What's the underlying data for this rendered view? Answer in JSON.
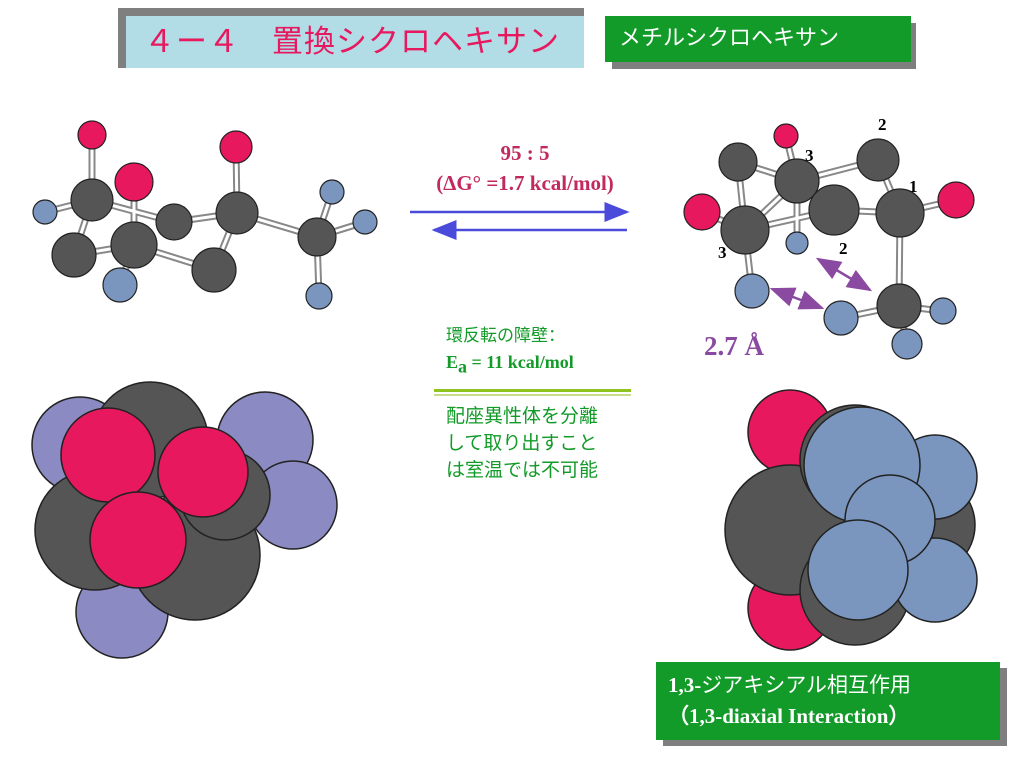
{
  "title": "４ー４　置換シクロヘキサン",
  "subtitle": "メチルシクロヘキサン",
  "equilibrium": {
    "ratio": "95 : 5",
    "free_energy": "(ΔG° =1.7 kcal/mol)"
  },
  "barrier": {
    "label": "環反転の障壁：",
    "ea_symbol": "E",
    "ea_subscript": "a",
    "ea_value": " = 11 kcal/mol"
  },
  "isolation_note": [
    "配座異性体を分離",
    "して取り出すこと",
    "は室温では不可能"
  ],
  "distance_label": "2.7 Å",
  "atom_labels": {
    "c2_top": "2",
    "c3_top": "3",
    "c1": "1",
    "c3_left": "3",
    "c2_mid": "2"
  },
  "interaction_box": {
    "line1_prefix": "1,3-",
    "line1_jp": "ジアキシアル相互作用",
    "line2": "（1,3-diaxial Interaction）"
  },
  "colors": {
    "title_text": "#e8185f",
    "title_bg": "#b2dde6",
    "green_box": "#129b28",
    "carbon": "#555555",
    "oxygen_red": "#e8185f",
    "hydrogen_blue": "#7a96bf",
    "hydrogen_purple": "#8b8ac2",
    "arrow_blue": "#4a4adb",
    "purple_arrow": "#8b4aa1"
  }
}
